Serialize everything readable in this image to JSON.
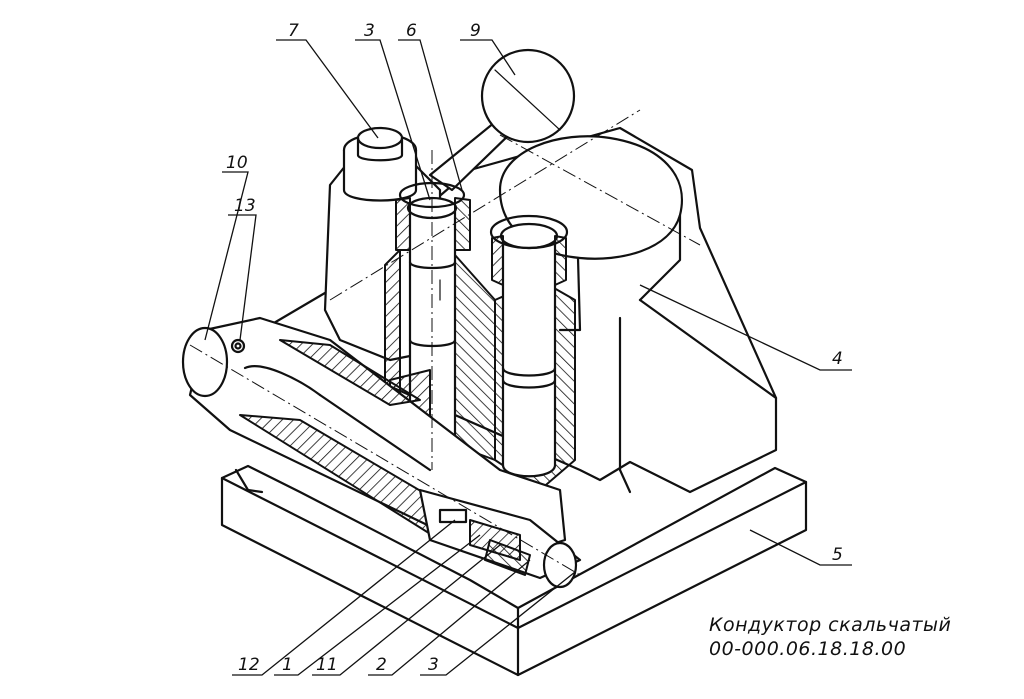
{
  "callouts": {
    "c7": "7",
    "c3_top": "3",
    "c6": "6",
    "c9": "9",
    "c10": "10",
    "c13": "13",
    "c4": "4",
    "c5": "5",
    "c12": "12",
    "c1": "1",
    "c11": "11",
    "c2": "2",
    "c3_bottom": "3"
  },
  "caption": {
    "title": "Кондуктор скальчатый",
    "code": "00-000.06.18.18.00"
  }
}
